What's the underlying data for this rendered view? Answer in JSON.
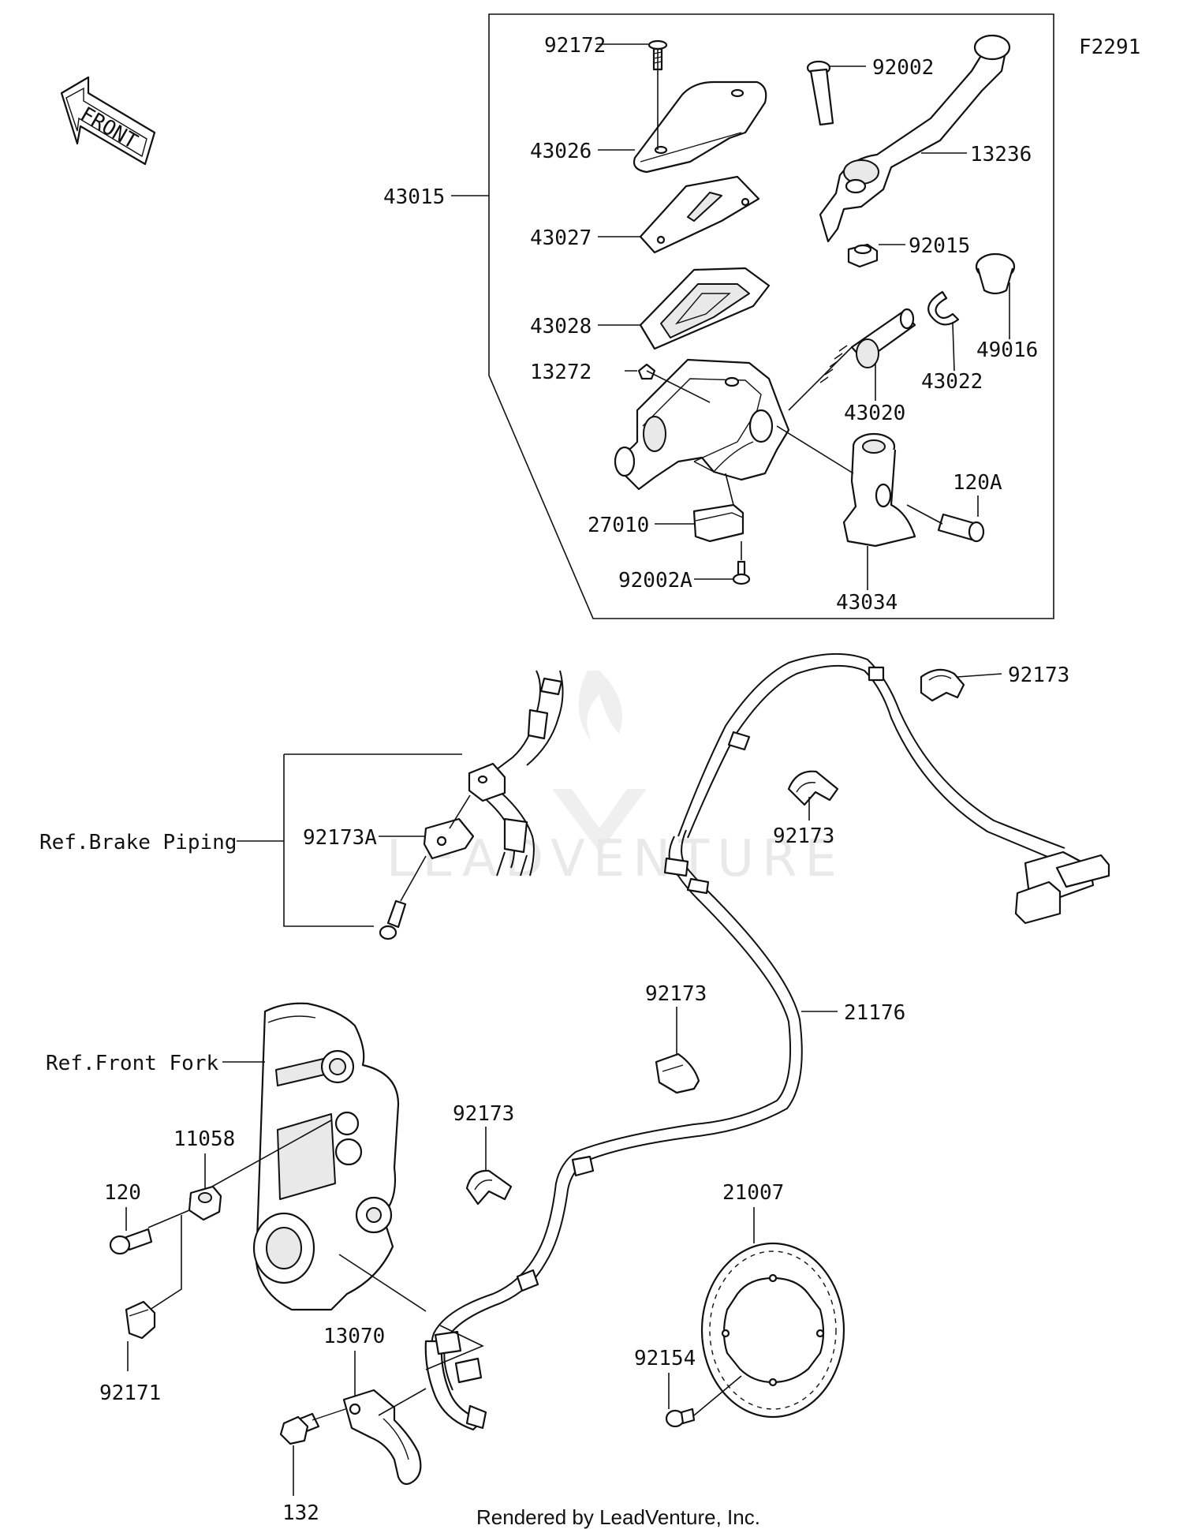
{
  "diagram_code": "F2291",
  "front_arrow_label": "FRONT",
  "footer": "Rendered by LeadVenture, Inc.",
  "watermark": "LEADVENTURE",
  "references": {
    "brake_piping": "Ref.Brake Piping",
    "front_fork": "Ref.Front Fork"
  },
  "assembly_label": "43015",
  "parts": [
    {
      "id": "92172",
      "label": "92172"
    },
    {
      "id": "92002",
      "label": "92002"
    },
    {
      "id": "43026",
      "label": "43026"
    },
    {
      "id": "13236",
      "label": "13236"
    },
    {
      "id": "43027",
      "label": "43027"
    },
    {
      "id": "92015",
      "label": "92015"
    },
    {
      "id": "49016",
      "label": "49016"
    },
    {
      "id": "43028",
      "label": "43028"
    },
    {
      "id": "43022",
      "label": "43022"
    },
    {
      "id": "13272",
      "label": "13272"
    },
    {
      "id": "43020",
      "label": "43020"
    },
    {
      "id": "120A",
      "label": "120A"
    },
    {
      "id": "27010",
      "label": "27010"
    },
    {
      "id": "92002A",
      "label": "92002A"
    },
    {
      "id": "43034",
      "label": "43034"
    },
    {
      "id": "92173-a",
      "label": "92173"
    },
    {
      "id": "92173-b",
      "label": "92173"
    },
    {
      "id": "92173A",
      "label": "92173A"
    },
    {
      "id": "92173-c",
      "label": "92173"
    },
    {
      "id": "21176",
      "label": "21176"
    },
    {
      "id": "11058",
      "label": "11058"
    },
    {
      "id": "92173-d",
      "label": "92173"
    },
    {
      "id": "120",
      "label": "120"
    },
    {
      "id": "21007",
      "label": "21007"
    },
    {
      "id": "92171",
      "label": "92171"
    },
    {
      "id": "13070",
      "label": "13070"
    },
    {
      "id": "92154",
      "label": "92154"
    },
    {
      "id": "132",
      "label": "132"
    }
  ]
}
